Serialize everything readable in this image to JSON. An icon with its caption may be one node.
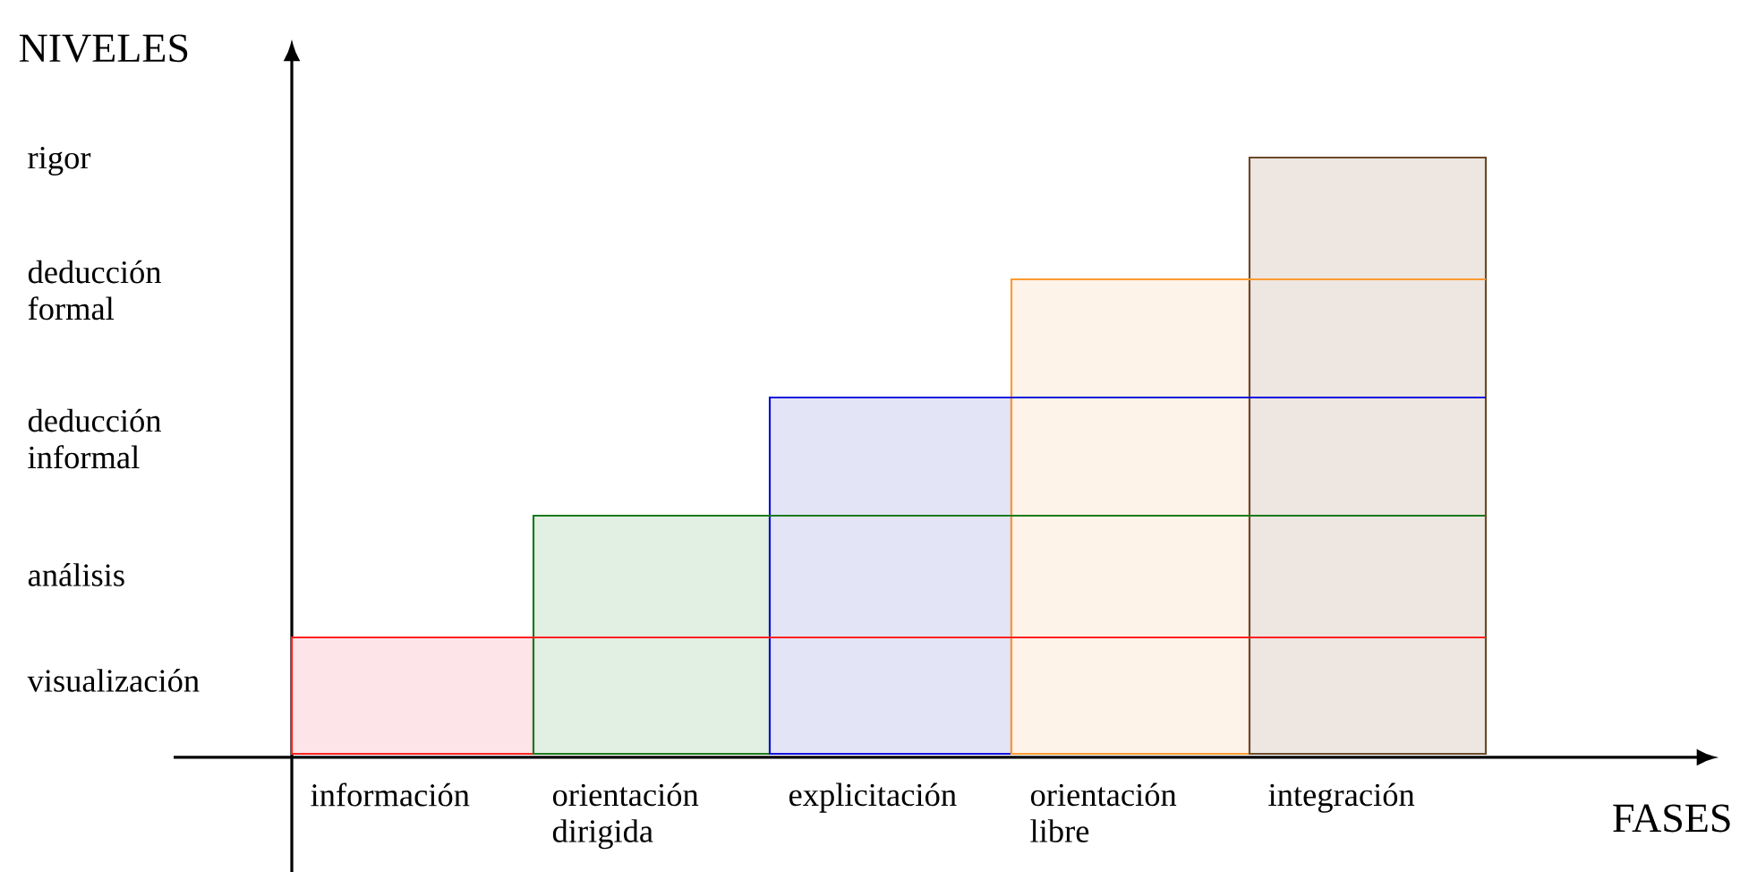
{
  "diagram": {
    "nodes": [
      {
        "text": [],
        "shape": "bar",
        "beside": [
          "información"
        ]
      },
      {
        "text": [],
        "shape": "bar",
        "beside": [
          "orientación dirigida"
        ]
      },
      {
        "text": [],
        "shape": "bar",
        "beside": [
          "explicitación"
        ]
      },
      {
        "text": [],
        "shape": "bar",
        "beside": [
          "orientación libre"
        ]
      },
      {
        "text": [],
        "shape": "bar",
        "beside": [
          "integración"
        ]
      }
    ],
    "edges": [],
    "labels": [
      "NIVELES",
      "rigor",
      "deducción formal",
      "deducción informal",
      "análisis",
      "visualización",
      "FASES"
    ]
  }
}
